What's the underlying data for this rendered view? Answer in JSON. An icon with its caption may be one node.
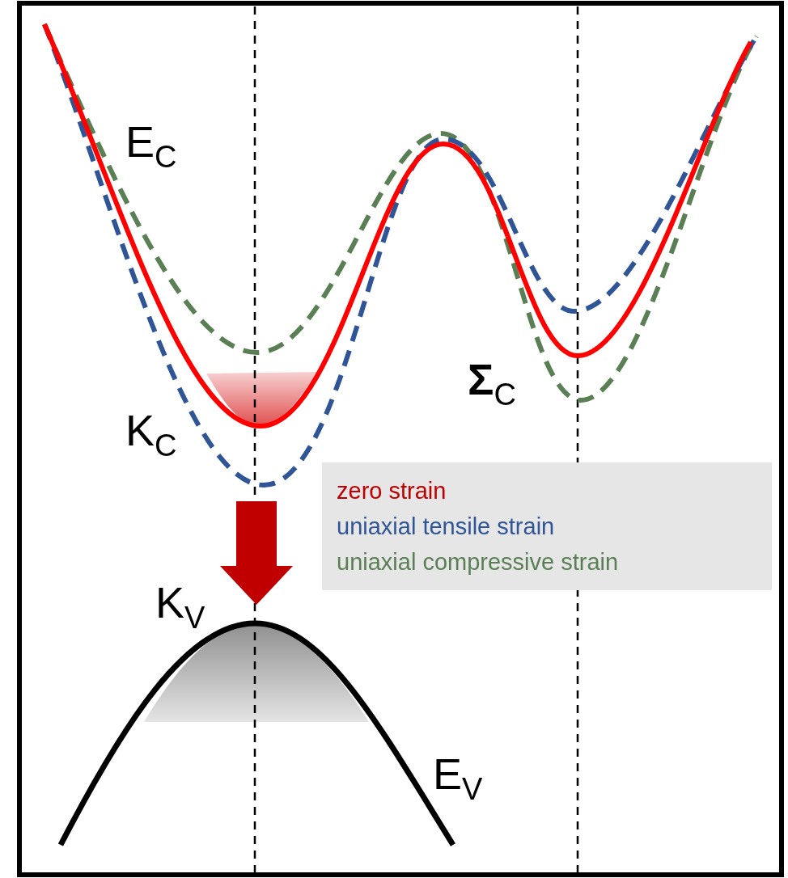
{
  "diagram": {
    "labels": [
      "E$_{C}$",
      "**Σ**$_{C}$",
      "K$_{C}$",
      "K$_{V}$",
      "E$_{V}$"
    ],
    "legend": [
      {
        "text": "zero strain",
        "color": "#c00000"
      },
      {
        "text": "uniaxial tensile strain",
        "color": "#2f5597"
      },
      {
        "text": "uniaxial compressive strain",
        "color": "#5a7f55"
      }
    ]
  }
}
